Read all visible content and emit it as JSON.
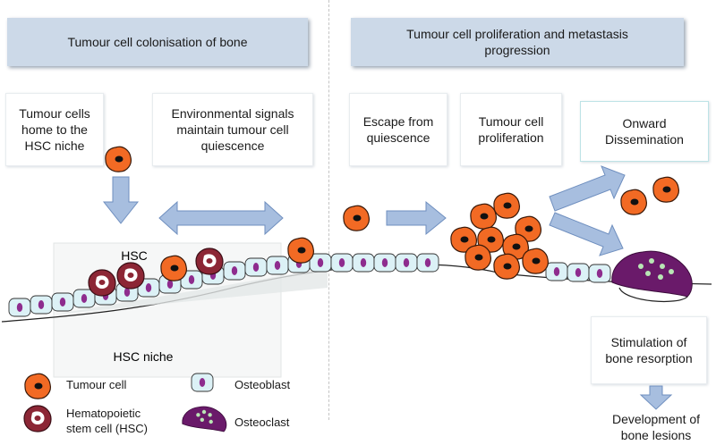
{
  "headers": {
    "left": "Tumour cell colonisation of bone",
    "right_line1": "Tumour cell proliferation and metastasis",
    "right_line2": "progression"
  },
  "steps": {
    "homing": [
      "Tumour cells",
      "home to the",
      "HSC niche"
    ],
    "quiescence": [
      "Environmental signals",
      "maintain tumour cell",
      "quiescence"
    ],
    "escape": [
      "Escape from",
      "quiescence"
    ],
    "proliferation": [
      "Tumour cell",
      "proliferation"
    ],
    "dissemination": [
      "Onward",
      "Dissemination"
    ],
    "resorption": [
      "Stimulation of",
      "bone resorption"
    ],
    "lesions": [
      "Development of",
      "bone lesions"
    ]
  },
  "labels": {
    "hsc": "HSC",
    "hsc_niche": "HSC niche"
  },
  "legend": {
    "tumour_cell": "Tumour cell",
    "hsc_line1": "Hematopoietic",
    "hsc_line2": "stem cell (HSC)",
    "osteoblast": "Osteoblast",
    "osteoclast": "Osteoclast"
  },
  "colors": {
    "header_bg": "#ccd9e8",
    "arrow_fill": "#a7bedf",
    "arrow_stroke": "#6f8fbf",
    "tumour_cell": "#f26a24",
    "tumour_nucleus": "#111111",
    "hsc_cell": "#8c2635",
    "osteoblast": "#dcf1f6",
    "osteoblast_nucleus": "#8e2c8e",
    "osteoclast": "#6a1a6a",
    "osteoclast_dot": "#b9e6b5"
  }
}
